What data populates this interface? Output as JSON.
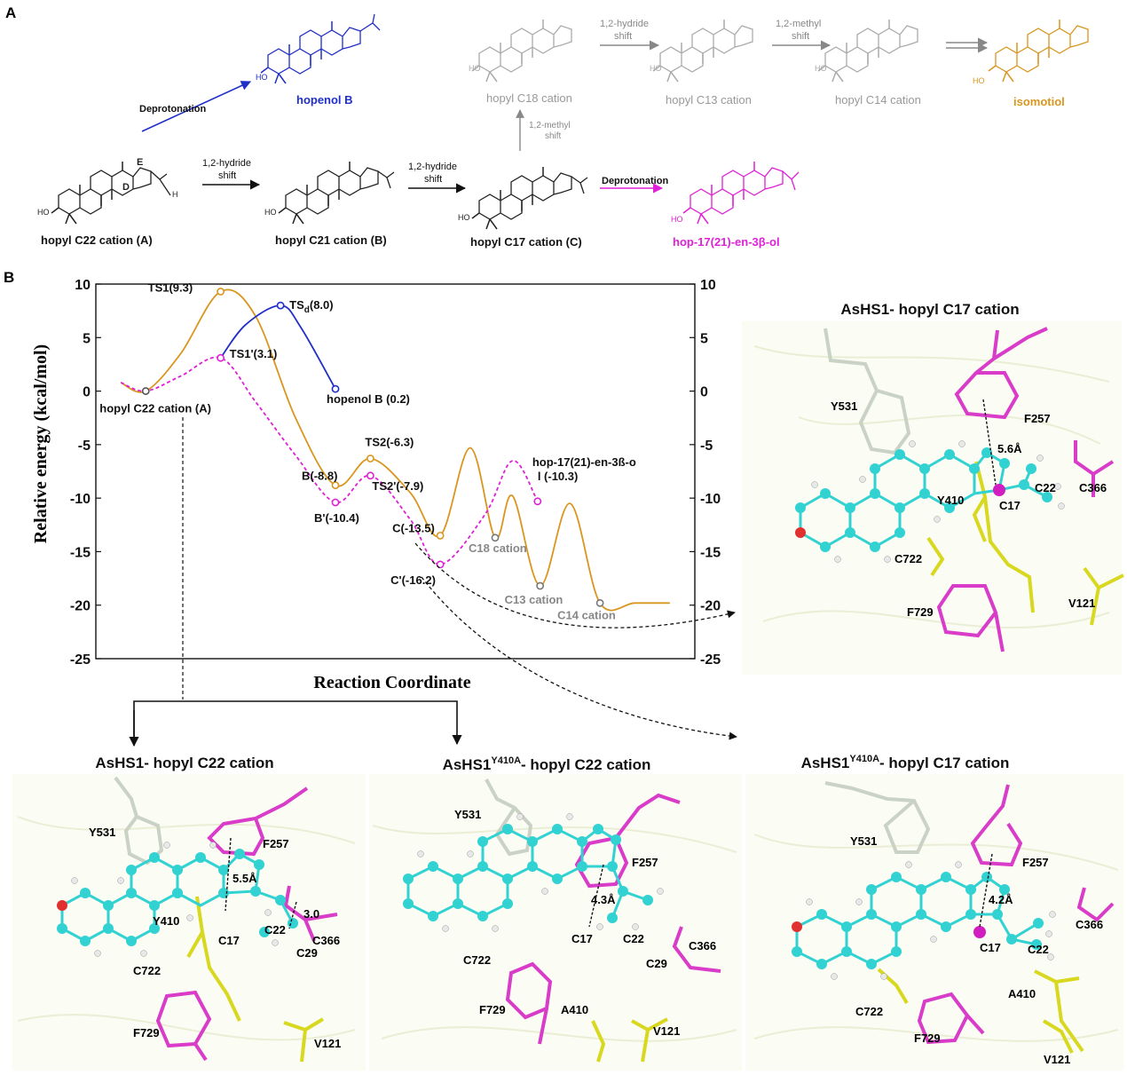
{
  "panels": {
    "a": "A",
    "b": "B"
  },
  "colors": {
    "orange": "#d9961f",
    "magenta": "#e020d6",
    "blue": "#1f2fc8",
    "gray": "#9a9a9a",
    "cyan": "#32d2d2",
    "yellow": "#d8d820",
    "pink": "#d83cc8",
    "white_atom": "#e8e8e8"
  },
  "scheme": {
    "hopenol_b": "hopenol B",
    "deprotonation_1": "Deprotonation",
    "deprotonation_2": "Deprotonation",
    "c22_label": "hopyl C22 cation (A)",
    "c21_label": "hopyl C21 cation (B)",
    "c17_label": "hopyl C17 cation (C)",
    "c18_label": "hopyl C18 cation",
    "c13_label": "hopyl C13 cation",
    "c14_label": "hopyl C14 cation",
    "isomotiol": "isomotiol",
    "hopene_ol": "hop-17(21)-en-3β-ol",
    "hydride_shift_1a": "1,2-hydride",
    "hydride_shift_1b": "shift",
    "hydride_shift_2a": "1,2-hydride",
    "hydride_shift_2b": "shift",
    "hydride_shift_3a": "1,2-hydride",
    "hydride_shift_3b": "shift",
    "methyl_shift_1a": "1,2-methyl",
    "methyl_shift_1b": "shift",
    "methyl_shift_2a": "1,2-methyl",
    "methyl_shift_2b": "shift",
    "ring_d": "D",
    "ring_e": "E",
    "ho": "HO",
    "h": "H"
  },
  "chart_data": {
    "type": "line",
    "xlabel": "Reaction Coordinate",
    "ylabel": "Relative energy (kcal/mol)",
    "ylim": [
      -25,
      10
    ],
    "yticks": [
      10,
      5,
      0,
      -5,
      -10,
      -15,
      -20,
      -25
    ],
    "series": [
      {
        "color": "#d9961f",
        "style": "solid",
        "x": [
          1.0,
          1.5,
          2.2,
          3.0,
          3.7,
          4.5,
          5.3,
          6.0,
          6.8,
          7.4,
          8.0,
          8.5,
          8.85,
          9.4,
          10.0,
          10.6,
          11.3,
          12.0
        ],
        "y": [
          0.8,
          0.0,
          3.5,
          9.3,
          7.0,
          -2.5,
          -8.8,
          -6.3,
          -9.5,
          -13.5,
          -5.3,
          -13.7,
          -9.8,
          -18.2,
          -10.5,
          -19.8,
          -19.8,
          -19.8
        ]
      },
      {
        "color": "#e020d6",
        "style": "dashed",
        "x": [
          1.0,
          1.5,
          2.2,
          3.0,
          3.7,
          4.5,
          5.3,
          6.0,
          6.8,
          7.4,
          8.3,
          8.85,
          9.35
        ],
        "y": [
          0.8,
          0.0,
          1.4,
          3.1,
          -1.0,
          -6.0,
          -10.4,
          -7.9,
          -12.0,
          -16.2,
          -11.5,
          -6.5,
          -10.3
        ]
      },
      {
        "color": "#1f2fc8",
        "style": "solid",
        "x": [
          3.0,
          3.5,
          4.2,
          4.6,
          5.3
        ],
        "y": [
          3.1,
          6.2,
          8.0,
          6.0,
          0.2
        ]
      }
    ],
    "points": [
      {
        "label": "hopyl C22 cation (A)",
        "x": 1.5,
        "y": 0.0,
        "color": "#555555"
      },
      {
        "label": "TS1(9.3)",
        "x": 3.0,
        "y": 9.3,
        "color": "#d9961f"
      },
      {
        "label": "TS1'(3.1)",
        "x": 3.0,
        "y": 3.1,
        "color": "#e020d6"
      },
      {
        "label": "TS(8.0)",
        "sub": "d",
        "x": 4.2,
        "y": 8.0,
        "color": "#1f2fc8"
      },
      {
        "label": "hopenol B (0.2)",
        "x": 5.3,
        "y": 0.2,
        "color": "#1f2fc8"
      },
      {
        "label": "B(-8.8)",
        "x": 5.3,
        "y": -8.8,
        "color": "#d9961f"
      },
      {
        "label": "B'(-10.4)",
        "x": 5.3,
        "y": -10.4,
        "color": "#e020d6"
      },
      {
        "label": "TS2(-6.3)",
        "x": 6.0,
        "y": -6.3,
        "color": "#d9961f"
      },
      {
        "label": "TS2'(-7.9)",
        "x": 6.0,
        "y": -7.9,
        "color": "#e020d6"
      },
      {
        "label": "C(-13.5)",
        "x": 7.4,
        "y": -13.5,
        "color": "#d9961f"
      },
      {
        "label": "C'(-16.2)",
        "x": 7.4,
        "y": -16.2,
        "color": "#e020d6"
      },
      {
        "label": "C18 cation",
        "x": 8.5,
        "y": -13.7,
        "color": "#777777"
      },
      {
        "label": "C13 cation",
        "x": 9.4,
        "y": -18.2,
        "color": "#777777"
      },
      {
        "label": "C14 cation",
        "x": 10.6,
        "y": -19.8,
        "color": "#777777"
      },
      {
        "label": "hop-17(21)-en-3ß-o",
        "label2": "l (-10.3)",
        "x": 9.35,
        "y": -10.3,
        "color": "#e020d6"
      }
    ]
  },
  "structures": {
    "s1": {
      "title": "AsHS1- hopyl C17 cation",
      "labels": {
        "y531": "Y531",
        "f257": "F257",
        "dist": "5.6Å",
        "c22": "C22",
        "c366": "C366",
        "y410": "Y410",
        "c17": "C17",
        "c722": "C722",
        "f729": "F729",
        "v121": "V121"
      }
    },
    "s2": {
      "title": "AsHS1- hopyl C22 cation",
      "labels": {
        "y531": "Y531",
        "f257": "F257",
        "dist": "5.5Å",
        "dist2": "3.0",
        "y410": "Y410",
        "c17": "C17",
        "c22": "C22",
        "c366": "C366",
        "c29": "C29",
        "c722": "C722",
        "f729": "F729",
        "v121": "V121"
      }
    },
    "s3": {
      "title_main": "AsHS1",
      "title_sup": "Y410A",
      "title_rest": "- hopyl C22 cation",
      "labels": {
        "y531": "Y531",
        "f257": "F257",
        "dist": "4.3Å",
        "c17": "C17",
        "c22": "C22",
        "c29": "C29",
        "c366": "C366",
        "c722": "C722",
        "f729": "F729",
        "a410": "A410",
        "v121": "V121"
      }
    },
    "s4": {
      "title_main": "AsHS1",
      "title_sup": "Y410A",
      "title_rest": "- hopyl C17 cation",
      "labels": {
        "y531": "Y531",
        "f257": "F257",
        "dist": "4.2Å",
        "c17": "C17",
        "c22": "C22",
        "c366": "C366",
        "c722": "C722",
        "a410": "A410",
        "f729": "F729",
        "v121": "V121"
      }
    }
  }
}
